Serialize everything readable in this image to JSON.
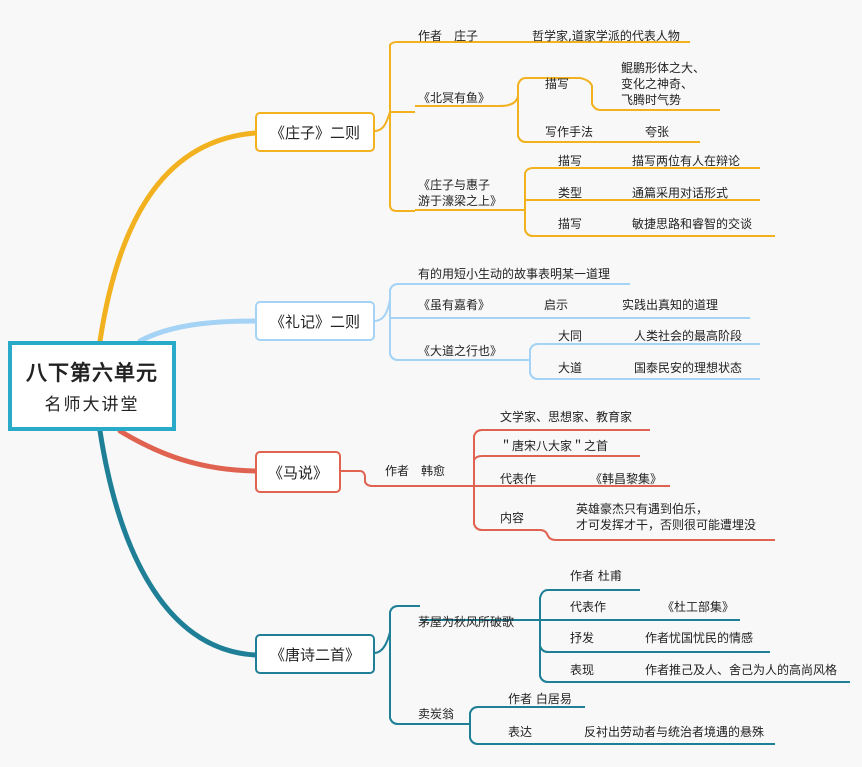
{
  "root": {
    "title": "八下第六单元",
    "subtitle": "名师大讲堂"
  },
  "colors": {
    "zhuangzi": "#f2b11f",
    "liji": "#a4d3f5",
    "mashuo": "#df6350",
    "tangshi": "#1f7f96",
    "root_border": "#29aac9"
  },
  "zhuangzi": {
    "title": "《庄子》二则",
    "author_label": "作者　庄子",
    "author_desc": "哲学家,道家学派的代表人物",
    "beiming": {
      "title": "《北冥有鱼》",
      "desc_label": "描写",
      "desc_text": "鲲鹏形体之大、\n变化之神奇、\n飞腾时气势",
      "method_label": "写作手法",
      "method_text": "夸张"
    },
    "huizi": {
      "title": "《庄子与惠子\n游于濠梁之上》",
      "rows": [
        {
          "label": "描写",
          "text": "描写两位有人在辩论"
        },
        {
          "label": "类型",
          "text": "通篇采用对话形式"
        },
        {
          "label": "描写",
          "text": "敏捷思路和睿智的交谈"
        }
      ]
    }
  },
  "liji": {
    "title": "《礼记》二则",
    "summary": "有的用短小生动的故事表明某一道理",
    "jiayao": {
      "title": "《虽有嘉肴》",
      "label": "启示",
      "text": "实践出真知的道理"
    },
    "dadao": {
      "title": "《大道之行也》",
      "rows": [
        {
          "label": "大同",
          "text": "人类社会的最高阶段"
        },
        {
          "label": "大道",
          "text": "国泰民安的理想状态"
        }
      ]
    }
  },
  "mashuo": {
    "title": "《马说》",
    "author_label": "作者　韩愈",
    "items": {
      "identity": "文学家、思想家、教育家",
      "tangsong": "＂唐宋八大家＂之首",
      "works_label": "代表作",
      "works_text": "《韩昌黎集》",
      "content_label": "内容",
      "content_text": "英雄豪杰只有遇到伯乐，\n才可发挥才干，否则很可能遭埋没"
    }
  },
  "tangshi": {
    "title": "《唐诗二首》",
    "maowu": {
      "title": "茅屋为秋风所破歌",
      "author": "作者  杜甫",
      "works_label": "代表作",
      "works_text": "《杜工部集》",
      "express_label": "抒发",
      "express_text": "作者忧国忧民的情感",
      "show_label": "表现",
      "show_text": "作者推己及人、舍己为人的高尚风格"
    },
    "maitan": {
      "title": "卖炭翁",
      "author": "作者  白居易",
      "express_label": "表达",
      "express_text": "反衬出劳动者与统治者境遇的悬殊"
    }
  }
}
